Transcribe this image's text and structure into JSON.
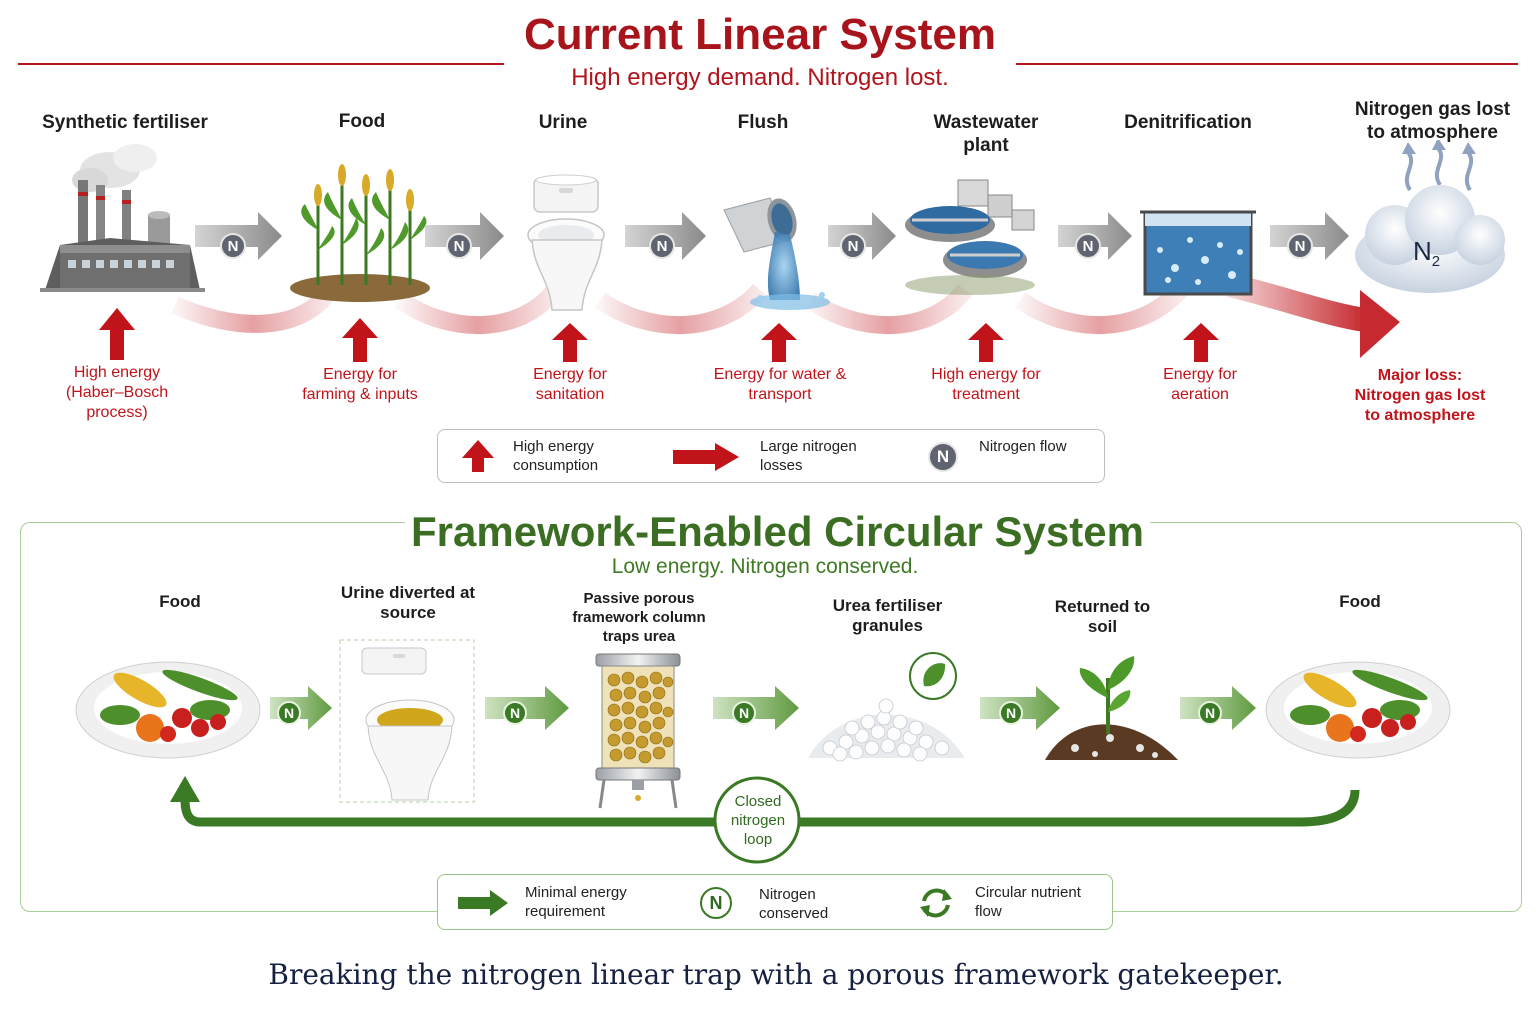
{
  "linear": {
    "title": "Current Linear System",
    "subtitle": "High energy demand. Nitrogen lost.",
    "steps": [
      {
        "label": "Synthetic fertiliser",
        "icon": "factory-icon"
      },
      {
        "label": "Food",
        "icon": "crop-icon"
      },
      {
        "label": "Urine",
        "icon": "toilet-icon"
      },
      {
        "label": "Flush",
        "icon": "pipe-water-icon"
      },
      {
        "label": "Wastewater plant",
        "icon": "treatment-plant-icon"
      },
      {
        "label": "Denitrification",
        "icon": "aeration-tank-icon"
      },
      {
        "label": "Nitrogen gas lost to atmosphere",
        "icon": "n2-cloud-icon"
      }
    ],
    "energy": [
      "High energy (Haber–Bosch process)",
      "Energy for farming & inputs",
      "Energy for sanitation",
      "Energy for water & transport",
      "High energy for treatment",
      "Energy for aeration"
    ],
    "major_loss": "Major loss: Nitrogen gas lost to atmosphere",
    "cloud_label": "N",
    "cloud_sub": "2",
    "n_badge": "N",
    "legend": {
      "energy": "High energy consumption",
      "loss": "Large nitrogen losses",
      "flow": "Nitrogen flow",
      "badge": "N"
    }
  },
  "circular": {
    "title": "Framework-Enabled Circular System",
    "subtitle": "Low energy. Nitrogen conserved.",
    "steps": [
      {
        "label": "Food",
        "icon": "food-plate-icon"
      },
      {
        "label": "Urine diverted at source",
        "icon": "toilet-urine-icon"
      },
      {
        "label": "Passive porous framework column traps urea",
        "icon": "framework-column-icon"
      },
      {
        "label": "Urea fertiliser granules",
        "icon": "granules-icon"
      },
      {
        "label": "Returned to soil",
        "icon": "seedling-icon"
      },
      {
        "label": "Food",
        "icon": "food-plate-icon"
      }
    ],
    "loop_label": "Closed nitrogen loop",
    "n_badge": "N",
    "legend": {
      "energy": "Minimal energy requirement",
      "conserved": "Nitrogen conserved",
      "circular": "Circular nutrient flow",
      "badge": "N"
    }
  },
  "footer": "Breaking the nitrogen linear trap with a porous framework gatekeeper.",
  "colors": {
    "red": "#a8141b",
    "green": "#3b6e22",
    "gray_arrow": "#8a8a8a"
  }
}
